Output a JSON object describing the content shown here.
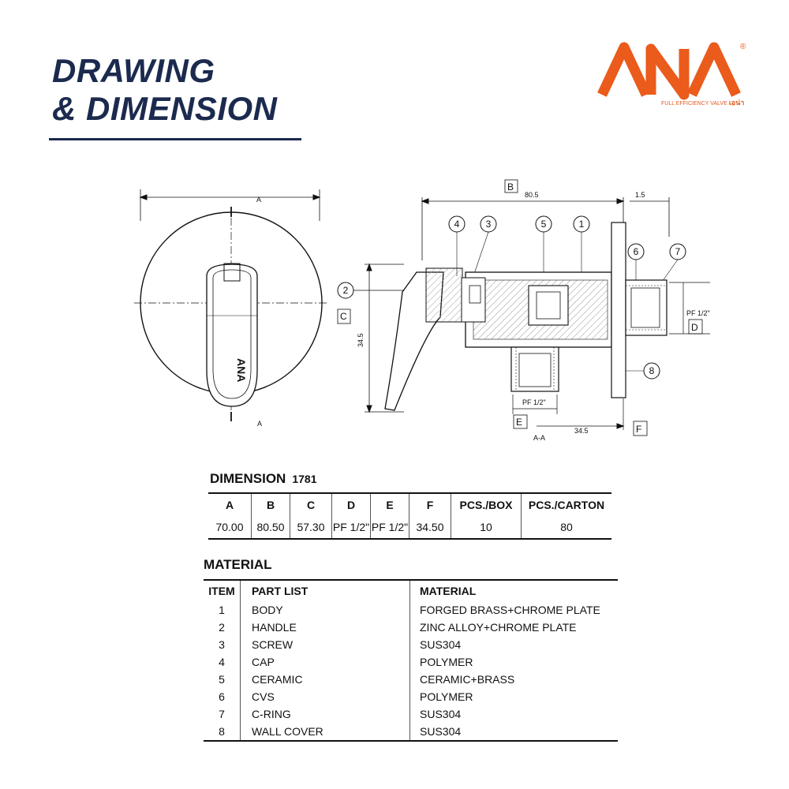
{
  "header": {
    "title_line1": "DRAWING",
    "title_line2": "& DIMENSION"
  },
  "logo": {
    "text": "ANA",
    "registered": "®",
    "tagline": "FULL EFFICIENCY VALVE",
    "thai_text": "เอน่า",
    "color": "#ea5b1c"
  },
  "drawing": {
    "front_view": {
      "dimension_label": "A",
      "section_marks": [
        "A",
        "A"
      ],
      "handle_text": "ANA"
    },
    "side_view": {
      "height_value": "34.5",
      "letter_c": "C",
      "callout": "2"
    },
    "section_view": {
      "label": "A-A",
      "letters": {
        "b": "B",
        "d": "D",
        "e": "E",
        "f": "F"
      },
      "dims": {
        "top": "80.5",
        "top_right": "1.5",
        "right_thread": "PF 1/2\"",
        "bottom_thread": "PF 1/2\"",
        "bottom_length": "34.5"
      },
      "callouts": [
        "4",
        "3",
        "5",
        "1",
        "6",
        "7",
        "8"
      ]
    }
  },
  "dimension": {
    "heading": "DIMENSION",
    "model": "1781",
    "headers": [
      "A",
      "B",
      "C",
      "D",
      "E",
      "F",
      "PCS./BOX",
      "PCS./CARTON"
    ],
    "values": [
      "70.00",
      "80.50",
      "57.30",
      "PF 1/2\"",
      "PF 1/2\"",
      "34.50",
      "10",
      "80"
    ]
  },
  "material": {
    "heading": "MATERIAL",
    "headers": {
      "item": "ITEM",
      "part": "PART LIST",
      "material": "MATERIAL"
    },
    "rows": [
      {
        "item": "1",
        "part": "BODY",
        "material": "FORGED BRASS+CHROME PLATE"
      },
      {
        "item": "2",
        "part": "HANDLE",
        "material": "ZINC ALLOY+CHROME PLATE"
      },
      {
        "item": "3",
        "part": "SCREW",
        "material": "SUS304"
      },
      {
        "item": "4",
        "part": "CAP",
        "material": "POLYMER"
      },
      {
        "item": "5",
        "part": "CERAMIC",
        "material": "CERAMIC+BRASS"
      },
      {
        "item": "6",
        "part": "CVS",
        "material": "POLYMER"
      },
      {
        "item": "7",
        "part": "C-RING",
        "material": "SUS304"
      },
      {
        "item": "8",
        "part": "WALL COVER",
        "material": "SUS304"
      }
    ]
  }
}
